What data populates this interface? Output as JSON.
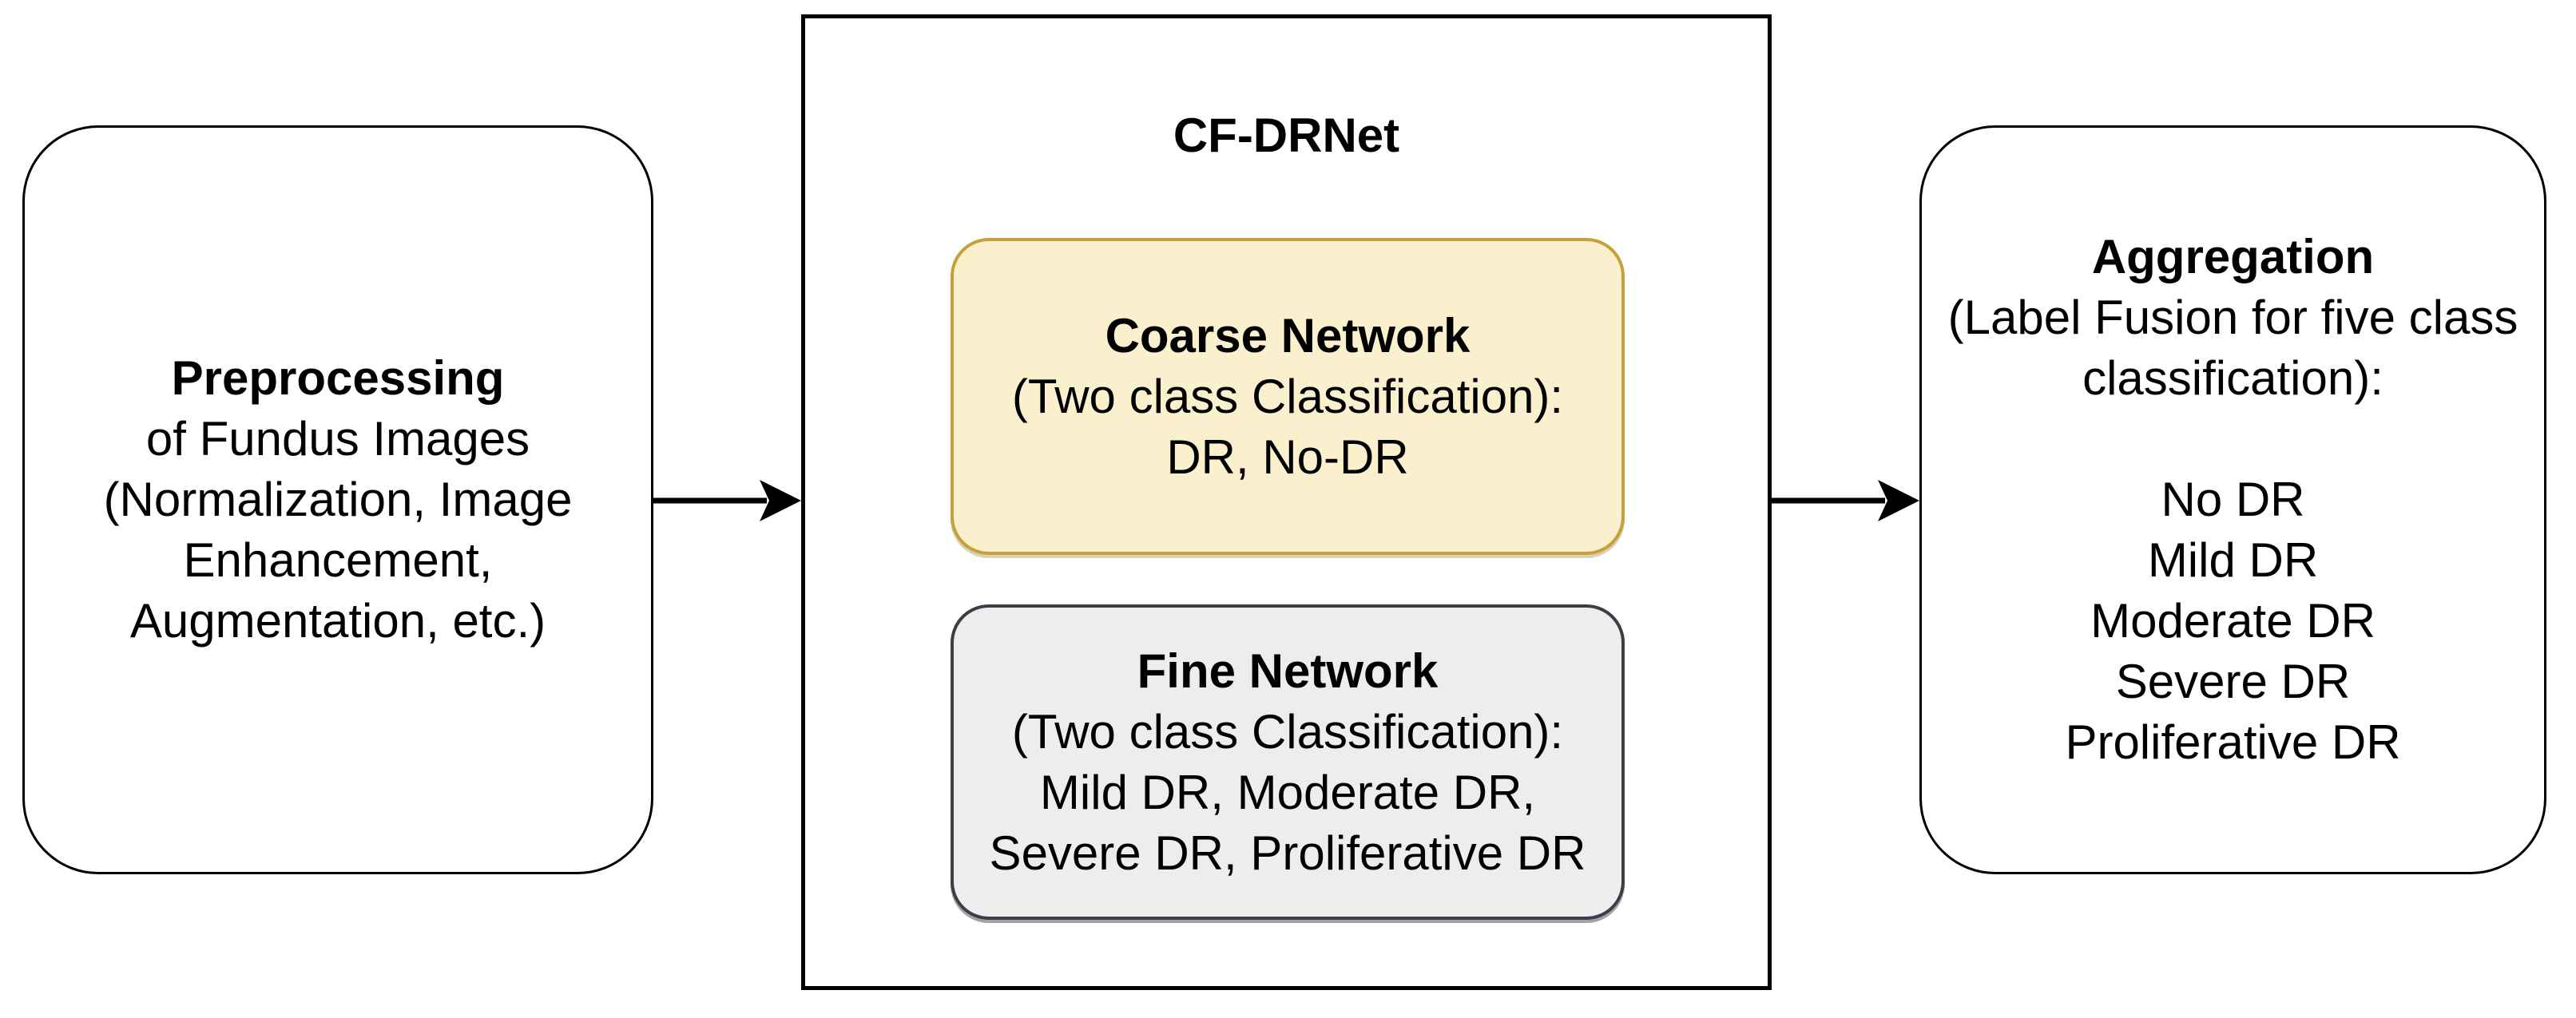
{
  "diagram": {
    "preprocessing_box": {
      "title": "Preprocessing",
      "line1": "of Fundus Images",
      "line2": "(Normalization, Image",
      "line3": "Enhancement,",
      "line4": "Augmentation, etc.)"
    },
    "cfdrnet_box": {
      "title": "CF-DRNet",
      "coarse_network": {
        "title": "Coarse Network",
        "subtitle": "(Two class Classification):",
        "classes": "DR, No-DR"
      },
      "fine_network": {
        "title": "Fine Network",
        "subtitle": "(Two class Classification):",
        "classes_line1": "Mild DR, Moderate DR,",
        "classes_line2": "Severe DR, Proliferative DR"
      }
    },
    "aggregation_box": {
      "title": "Aggregation",
      "subtitle_line1": "(Label Fusion for five class",
      "subtitle_line2": "classification):",
      "classes": [
        "No DR",
        "Mild DR",
        "Moderate DR",
        "Severe DR",
        "Proliferative DR"
      ]
    },
    "colors": {
      "outline": "#000000",
      "coarse_fill": "#FAF0CE",
      "coarse_border": "#C6A13B",
      "fine_fill": "#EDEDEE",
      "fine_border": "#3A3E46"
    }
  }
}
